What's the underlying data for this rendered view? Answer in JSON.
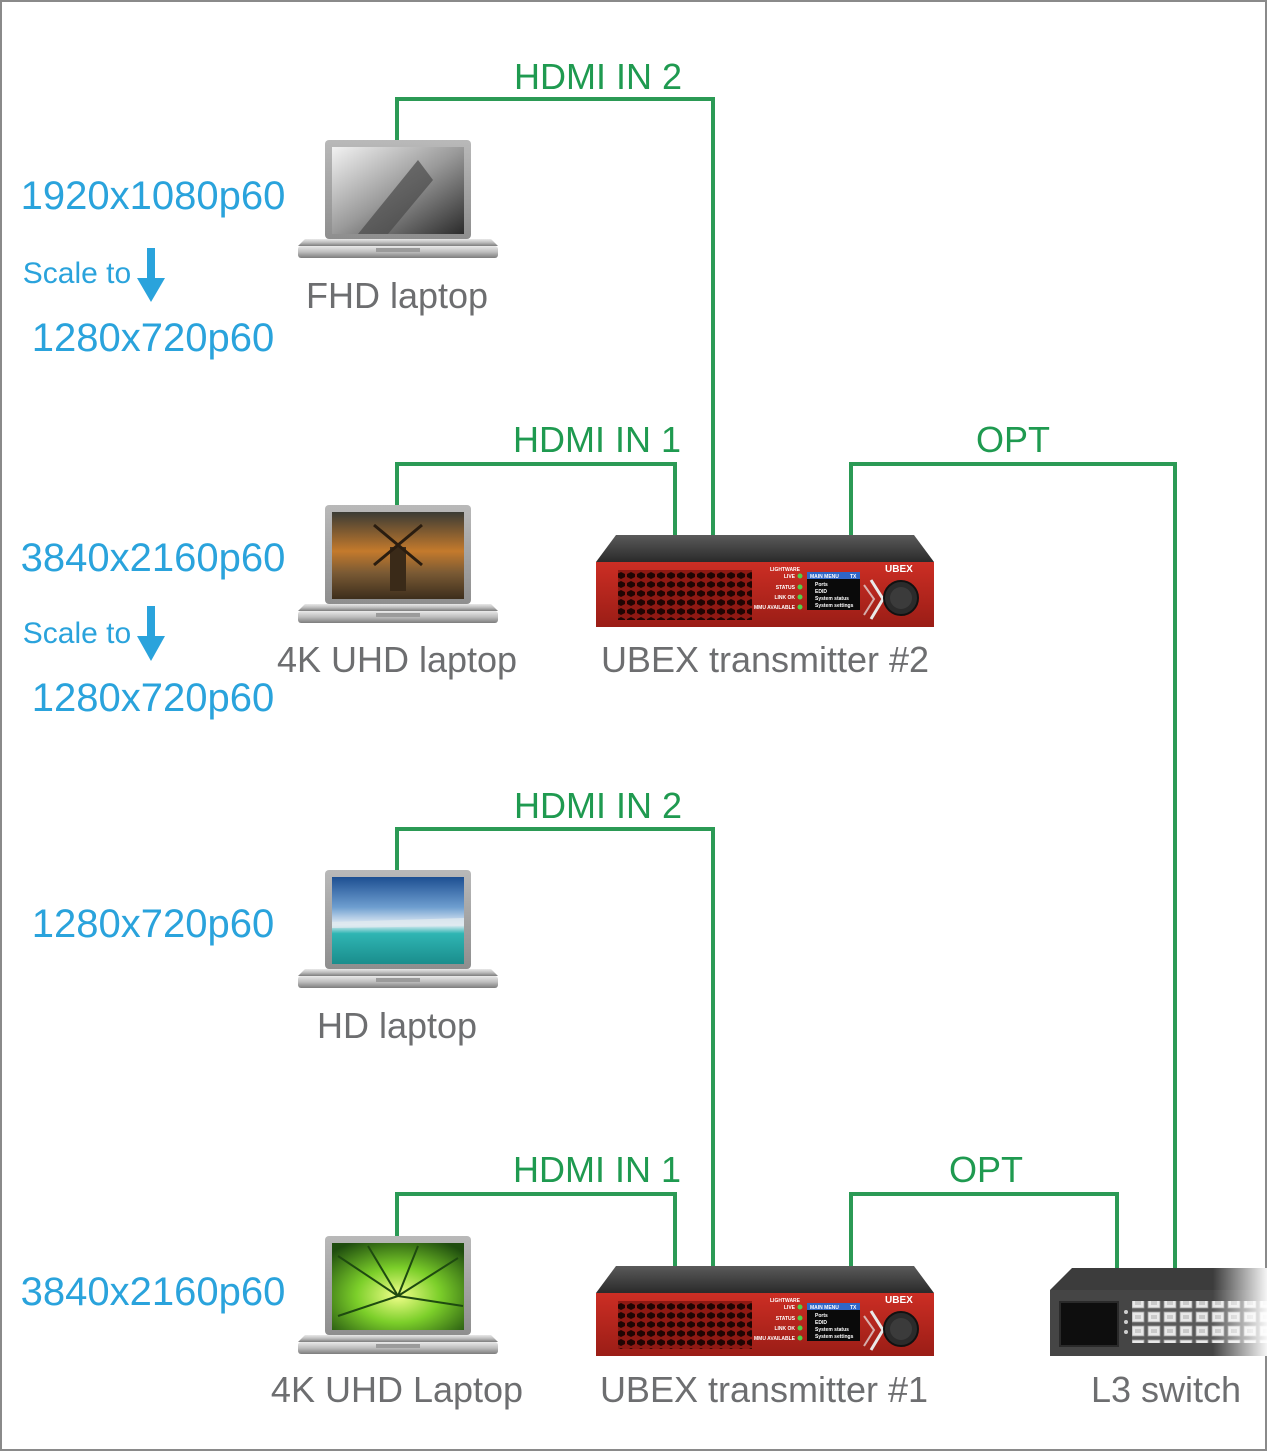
{
  "devices": {
    "fhd_laptop": "FHD laptop",
    "uhd_laptop_1": "4K UHD laptop",
    "hd_laptop": "HD laptop",
    "uhd_laptop_2": "4K UHD Laptop",
    "ubex_tx2": "UBEX transmitter #2",
    "ubex_tx1": "UBEX transmitter #1",
    "l3_switch": "L3 switch"
  },
  "connections": {
    "hdmi_in2_top": "HDMI IN 2",
    "hdmi_in1_top": "HDMI IN 1",
    "hdmi_in2_bottom": "HDMI IN 2",
    "hdmi_in1_bottom": "HDMI IN 1",
    "opt_top": "OPT",
    "opt_bottom": "OPT"
  },
  "resolutions": {
    "fhd_source": "1920x1080p60",
    "fhd_scale": "Scale to",
    "fhd_target": "1280x720p60",
    "uhd_source": "3840x2160p60",
    "uhd_scale": "Scale to",
    "uhd_target": "1280x720p60",
    "hd_source": "1280x720p60",
    "uhd2_source": "3840x2160p60"
  },
  "ubex_panel": {
    "brand": "LIGHTWARE",
    "logo": "UBEX",
    "menu_title": "MAIN MENU",
    "menu_tag": "TX",
    "menu_items": [
      "Ports",
      "EDID",
      "System status",
      "System settings"
    ],
    "leds": [
      "LIVE",
      "STATUS",
      "LINK OK",
      "MMU AVAILABLE"
    ]
  },
  "colors": {
    "cable": "#2b9a55",
    "label_blue": "#2aa3dc",
    "label_gray": "#6d6e70",
    "device_red": "#b5261e"
  }
}
